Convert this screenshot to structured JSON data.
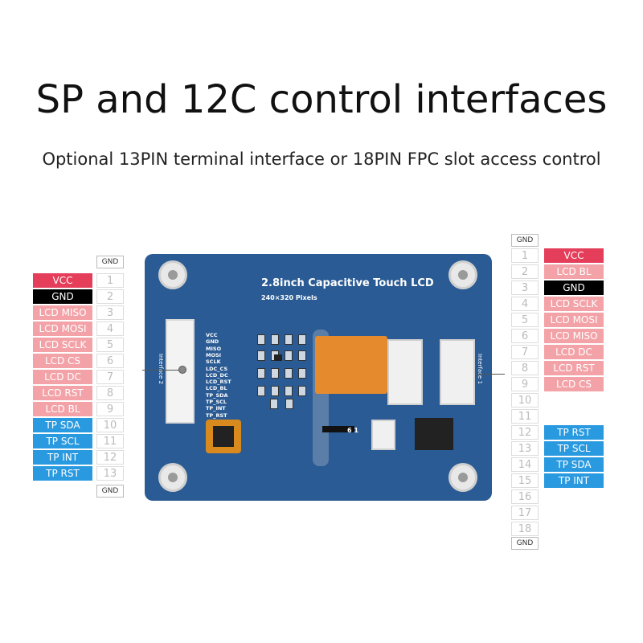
{
  "title": "SP and 12C control interfaces",
  "subtitle": "Optional 13PIN terminal interface or 18PIN FPC slot access control",
  "colors": {
    "red": "#e53e5a",
    "pink": "#f3a3a8",
    "black": "#000000",
    "blue": "#2a9ae0",
    "board": "#2a5b94"
  },
  "board": {
    "title": "2.8inch Capacitive Touch LCD",
    "resolution": "240×320 Pixels",
    "interface_left_label": "Interface 2",
    "interface_right_label": "Interface 1",
    "silk_labels": [
      "VCC",
      "GND",
      "MISO",
      "MOSI",
      "SCLK",
      "LDC_CS",
      "LCD_DC",
      "LCD_RST",
      "LCD_BL",
      "TP_SDA",
      "TP_SCL",
      "TP_INT",
      "TP_RST"
    ],
    "fpc_marks": "6 1"
  },
  "left_header": {
    "gnd_top": "GND",
    "gnd_bottom": "GND",
    "pins": [
      {
        "num": "1",
        "signal": "VCC",
        "color": "red"
      },
      {
        "num": "2",
        "signal": "GND",
        "color": "black"
      },
      {
        "num": "3",
        "signal": "LCD MISO",
        "color": "pink"
      },
      {
        "num": "4",
        "signal": "LCD MOSI",
        "color": "pink"
      },
      {
        "num": "5",
        "signal": "LCD SCLK",
        "color": "pink"
      },
      {
        "num": "6",
        "signal": "LCD CS",
        "color": "pink"
      },
      {
        "num": "7",
        "signal": "LCD DC",
        "color": "pink"
      },
      {
        "num": "8",
        "signal": "LCD RST",
        "color": "pink"
      },
      {
        "num": "9",
        "signal": "LCD BL",
        "color": "pink"
      },
      {
        "num": "10",
        "signal": "TP SDA",
        "color": "blue"
      },
      {
        "num": "11",
        "signal": "TP SCL",
        "color": "blue"
      },
      {
        "num": "12",
        "signal": "TP INT",
        "color": "blue"
      },
      {
        "num": "13",
        "signal": "TP RST",
        "color": "blue"
      }
    ]
  },
  "right_header": {
    "gnd_top": "GND",
    "gnd_bottom": "GND",
    "pins": [
      {
        "num": "1",
        "signal": "VCC",
        "color": "red"
      },
      {
        "num": "2",
        "signal": "LCD BL",
        "color": "pink"
      },
      {
        "num": "3",
        "signal": "GND",
        "color": "black"
      },
      {
        "num": "4",
        "signal": "LCD SCLK",
        "color": "pink"
      },
      {
        "num": "5",
        "signal": "LCD MOSI",
        "color": "pink"
      },
      {
        "num": "6",
        "signal": "LCD MISO",
        "color": "pink"
      },
      {
        "num": "7",
        "signal": "LCD DC",
        "color": "pink"
      },
      {
        "num": "8",
        "signal": "LCD RST",
        "color": "pink"
      },
      {
        "num": "9",
        "signal": "LCD CS",
        "color": "pink"
      },
      {
        "num": "10",
        "signal": "",
        "color": ""
      },
      {
        "num": "11",
        "signal": "",
        "color": ""
      },
      {
        "num": "12",
        "signal": "TP RST",
        "color": "blue"
      },
      {
        "num": "13",
        "signal": "TP SCL",
        "color": "blue"
      },
      {
        "num": "14",
        "signal": "TP SDA",
        "color": "blue"
      },
      {
        "num": "15",
        "signal": "TP INT",
        "color": "blue"
      },
      {
        "num": "16",
        "signal": "",
        "color": ""
      },
      {
        "num": "17",
        "signal": "",
        "color": ""
      },
      {
        "num": "18",
        "signal": "",
        "color": ""
      }
    ]
  }
}
